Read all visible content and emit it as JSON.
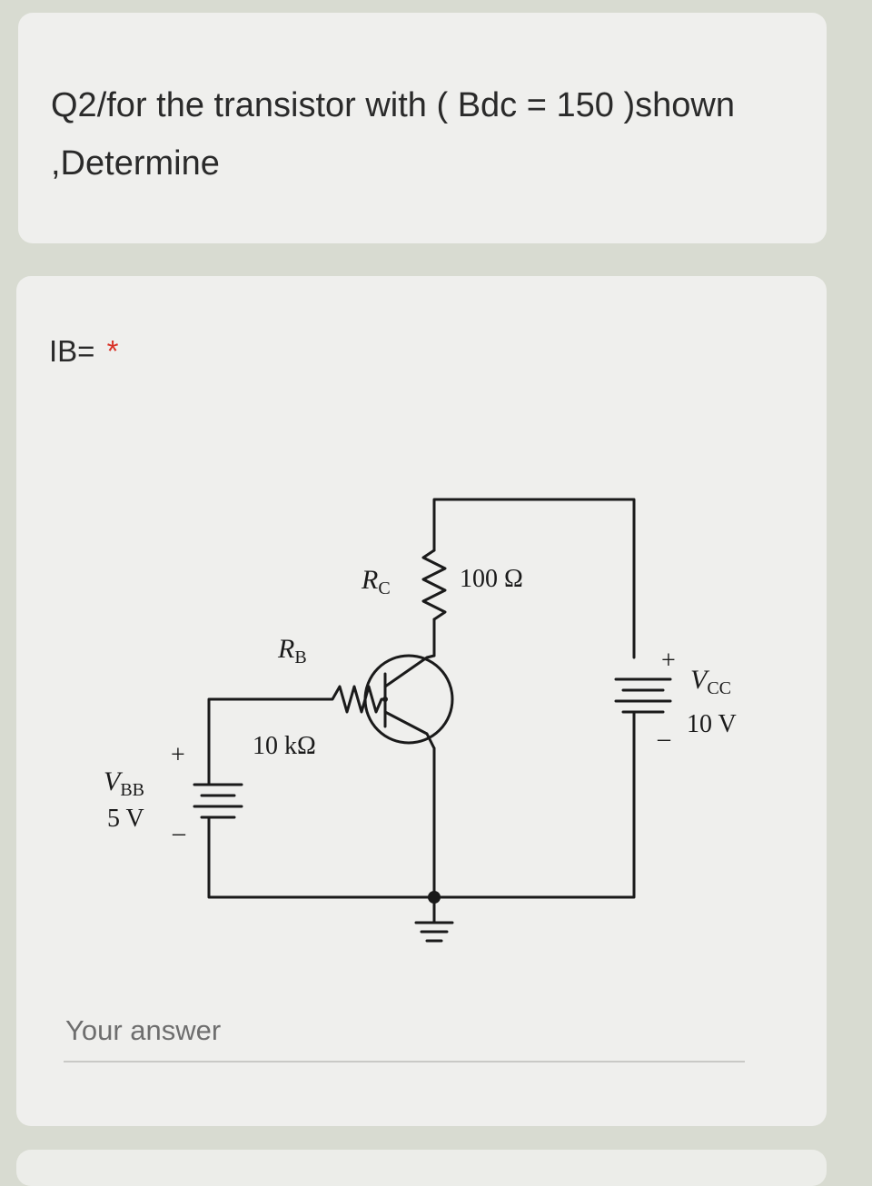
{
  "header": {
    "question_text": "Q2/for the transistor with ( Bdc = 150 )shown ,Determine"
  },
  "question": {
    "label": "IB=",
    "required_mark": "*",
    "answer_placeholder": "Your answer"
  },
  "circuit": {
    "rc_label": "R",
    "rc_sub": "C",
    "rc_value": "100 Ω",
    "rb_label": "R",
    "rb_sub": "B",
    "rb_value": "10 kΩ",
    "vcc_label": "V",
    "vcc_sub": "CC",
    "vcc_value": "10 V",
    "vbb_label": "V",
    "vbb_sub": "BB",
    "vbb_value": "5 V",
    "plus_sign": "+",
    "minus_sign": "–"
  },
  "colors": {
    "required": "#d93025",
    "wire": "#1a1a1a"
  }
}
